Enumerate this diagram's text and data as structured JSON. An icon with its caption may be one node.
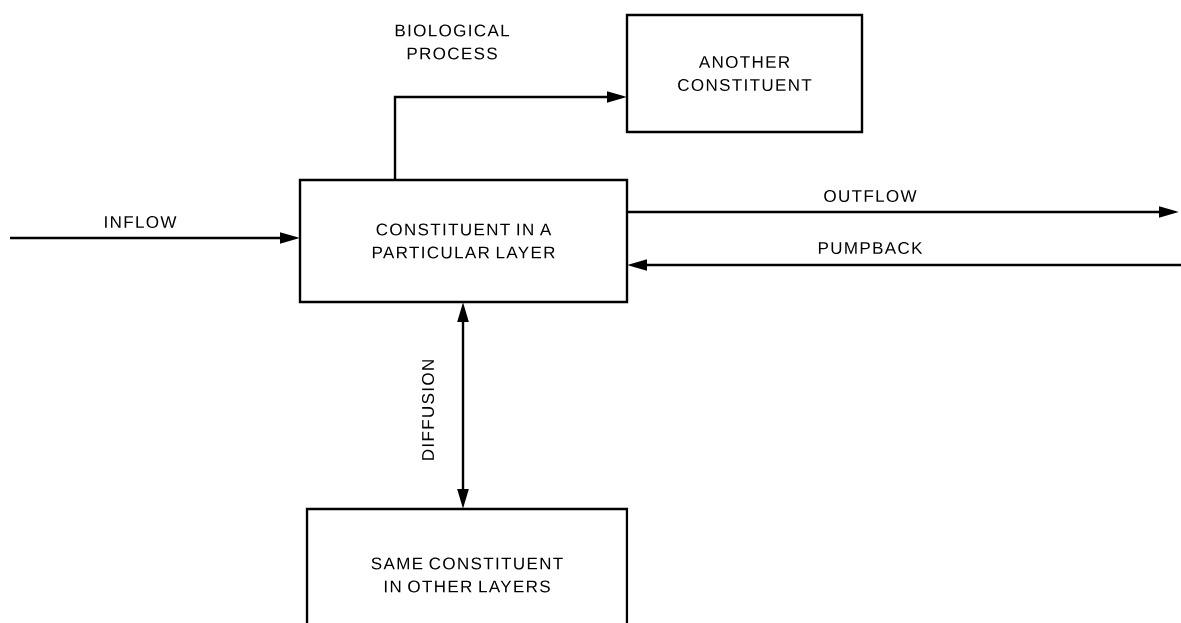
{
  "diagram": {
    "nodes": [
      {
        "text": [
          "CONSTITUENT IN A PARTICULAR LAYER"
        ]
      },
      {
        "text": [
          "ANOTHER CONSTITUENT"
        ]
      },
      {
        "text": [
          "SAME CONSTITUENT IN OTHER LAYERS"
        ]
      }
    ],
    "edges": [
      {
        "from": null,
        "to": 0,
        "arrow": "to",
        "label": "INFLOW"
      },
      {
        "from": 0,
        "to": 1,
        "arrow": "to",
        "label": "BIOLOGICAL PROCESS"
      },
      {
        "from": 0,
        "to": null,
        "arrow": "to",
        "label": "OUTFLOW"
      },
      {
        "from": null,
        "to": 0,
        "arrow": "to",
        "label": "PUMPBACK"
      },
      {
        "from": 0,
        "to": 2,
        "arrow": "both",
        "label": "DIFFUSION"
      }
    ]
  }
}
